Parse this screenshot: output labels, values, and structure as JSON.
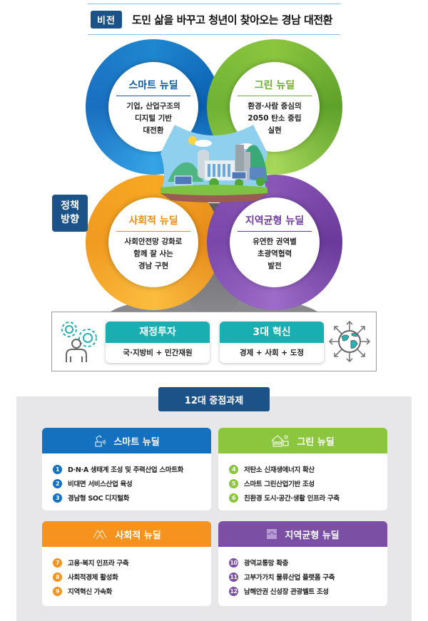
{
  "vision": {
    "badge": "비전",
    "text": "도민 삶을 바꾸고 청년이 찾아오는 경남 대전환"
  },
  "policy_direction": {
    "label": "정책\n방향"
  },
  "rings": [
    {
      "title": "스마트 뉴딜",
      "desc": "기업, 산업구조의\n디지털 기반\n대전환",
      "color": "#1f86d0"
    },
    {
      "title": "그린 뉴딜",
      "desc": "환경·사람 중심의\n2050 탄소 중립\n실현",
      "color": "#8cc63f"
    },
    {
      "title": "사회적 뉴딜",
      "desc": "사회안전망 강화로\n함께 잘 사는\n경남 구현",
      "color": "#f7a823"
    },
    {
      "title": "지역균형 뉴딜",
      "desc": "유연한 권역별\n초광역협력\n발전",
      "color": "#8a56b8"
    }
  ],
  "support": {
    "left_icon": "people-gears-icon",
    "right_icon": "globe-arrows-icon",
    "cards": [
      {
        "title": "재정투자",
        "body": "국·지방비 + 민간재원"
      },
      {
        "title": "3대 혁신",
        "body": "경제 + 사회 + 도정"
      }
    ]
  },
  "tasks": {
    "badge": "12대 중점과제",
    "groups": [
      {
        "title": "스마트 뉴딜",
        "icon": "robot-arm-icon",
        "color": "#1371bf",
        "items": [
          {
            "num": "1",
            "text": "D·N·A 생태계 조성 및 주력산업 스마트화"
          },
          {
            "num": "2",
            "text": "비대면 서비스산업 육성"
          },
          {
            "num": "3",
            "text": "경남형 SOC 디지털화"
          }
        ]
      },
      {
        "title": "그린 뉴딜",
        "icon": "green-house-solar-icon",
        "color": "#8cc63f",
        "items": [
          {
            "num": "4",
            "text": "저탄소 신재생에너지 확산"
          },
          {
            "num": "5",
            "text": "스마트 그린산업기반 조성"
          },
          {
            "num": "6",
            "text": "친환경 도시·공간·생활 인프라 구축"
          }
        ]
      },
      {
        "title": "사회적 뉴딜",
        "icon": "joined-hands-icon",
        "color": "#f6921e",
        "items": [
          {
            "num": "7",
            "text": "고용·복지 인프라 구축"
          },
          {
            "num": "8",
            "text": "사회적경제 활성화"
          },
          {
            "num": "9",
            "text": "지역혁신 가속화"
          }
        ]
      },
      {
        "title": "지역균형 뉴딜",
        "icon": "puzzle-icon",
        "color": "#7b4fa3",
        "items": [
          {
            "num": "10",
            "text": "광역교통망 확충"
          },
          {
            "num": "11",
            "text": "고부가가치 물류산업 플랫폼 구축"
          },
          {
            "num": "12",
            "text": "남해안권 신성장 관광벨트 조성"
          }
        ]
      }
    ]
  }
}
